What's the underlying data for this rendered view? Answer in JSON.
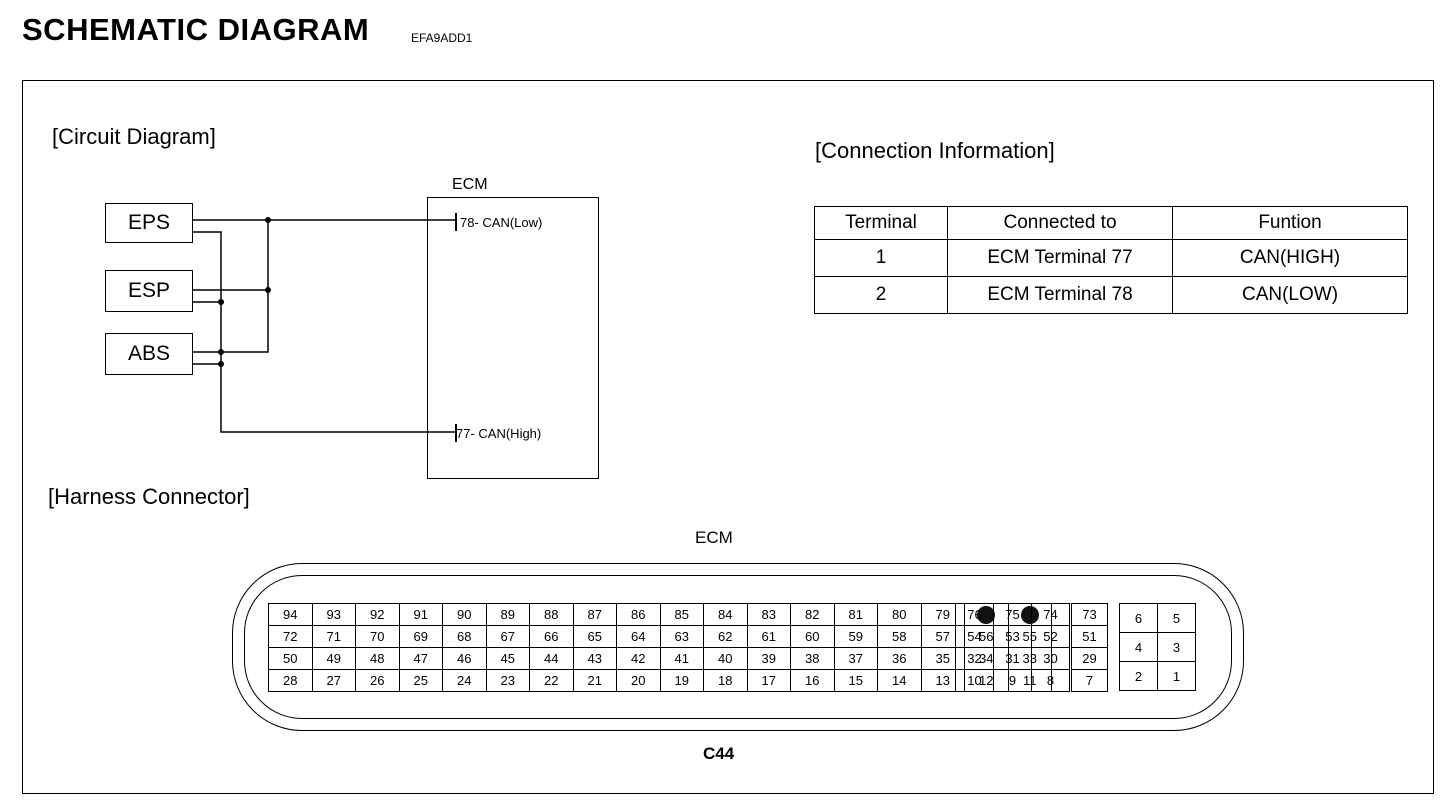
{
  "header": {
    "title": "SCHEMATIC DIAGRAM",
    "code": "EFA9ADD1"
  },
  "circuit": {
    "section_title": "[Circuit Diagram]",
    "components": [
      "EPS",
      "ESP",
      "ABS"
    ],
    "ecm_label": "ECM",
    "pins": [
      {
        "terminal": "78",
        "text": "78- CAN(Low)"
      },
      {
        "terminal": "77",
        "text": "77- CAN(High)"
      }
    ]
  },
  "connection": {
    "section_title": "[Connection Information]",
    "headers": [
      "Terminal",
      "Connected to",
      "Funtion"
    ],
    "rows": [
      [
        "1",
        "ECM Terminal 77",
        "CAN(HIGH)"
      ],
      [
        "2",
        "ECM Terminal 78",
        "CAN(LOW)"
      ]
    ]
  },
  "harness": {
    "section_title": "[Harness Connector]",
    "connector_title": "ECM",
    "connector_code": "C44",
    "main_rows": [
      [
        "94",
        "93",
        "92",
        "91",
        "90",
        "89",
        "88",
        "87",
        "86",
        "85",
        "84",
        "83",
        "82",
        "81",
        "80",
        "79",
        "•",
        "•"
      ],
      [
        "72",
        "71",
        "70",
        "69",
        "68",
        "67",
        "66",
        "65",
        "64",
        "63",
        "62",
        "61",
        "60",
        "59",
        "58",
        "57",
        "56",
        "55"
      ],
      [
        "50",
        "49",
        "48",
        "47",
        "46",
        "45",
        "44",
        "43",
        "42",
        "41",
        "40",
        "39",
        "38",
        "37",
        "36",
        "35",
        "34",
        "33"
      ],
      [
        "28",
        "27",
        "26",
        "25",
        "24",
        "23",
        "22",
        "21",
        "20",
        "19",
        "18",
        "17",
        "16",
        "15",
        "14",
        "13",
        "12",
        "11"
      ]
    ],
    "right_rows": [
      [
        "76",
        "75",
        "74"
      ],
      [
        "54",
        "53",
        "52"
      ],
      [
        "32",
        "31",
        "30"
      ],
      [
        "10",
        "9",
        "8"
      ]
    ],
    "single_column": [
      "73",
      "51",
      "29",
      "7"
    ],
    "small_grid": [
      [
        "6",
        "5"
      ],
      [
        "4",
        "3"
      ],
      [
        "2",
        "1"
      ]
    ]
  }
}
